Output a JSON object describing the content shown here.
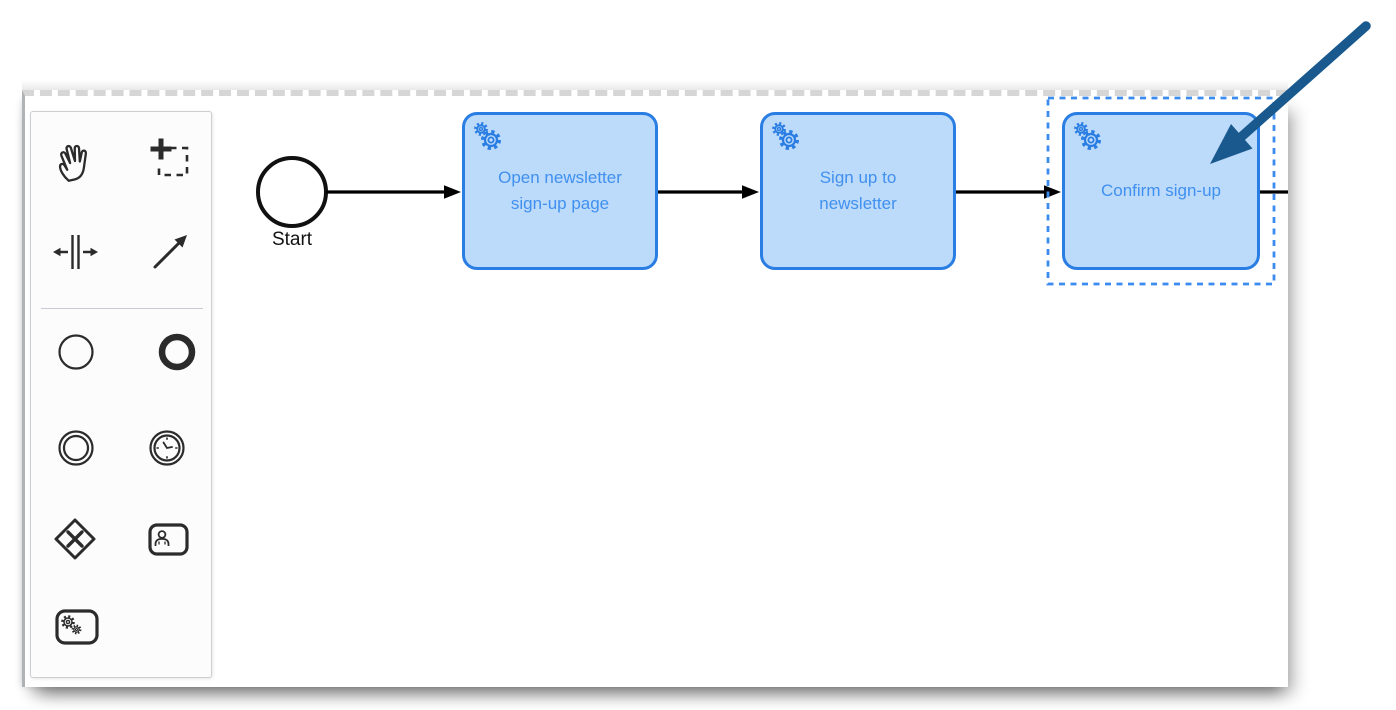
{
  "canvas": {
    "selected_task": "Confirm sign-up"
  },
  "palette": {
    "tools": [
      {
        "id": "hand-tool",
        "icon": "hand-icon"
      },
      {
        "id": "lasso-tool",
        "icon": "lasso-crosshair-icon"
      },
      {
        "id": "space-tool",
        "icon": "space-divider-icon"
      },
      {
        "id": "global-connect-tool",
        "icon": "connection-arrow-icon"
      },
      {
        "id": "create-start-event",
        "icon": "thin-circle-icon"
      },
      {
        "id": "create-end-event",
        "icon": "thick-circle-icon"
      },
      {
        "id": "create-intermediate-event",
        "icon": "double-circle-icon"
      },
      {
        "id": "create-timer-event",
        "icon": "clock-circle-icon"
      },
      {
        "id": "create-gateway",
        "icon": "diamond-x-icon"
      },
      {
        "id": "create-user-task",
        "icon": "person-box-icon"
      },
      {
        "id": "create-service-task",
        "icon": "gears-box-icon"
      }
    ]
  },
  "diagram": {
    "start_event": {
      "label": "Start"
    },
    "tasks": [
      {
        "label": "Open newsletter sign-up page",
        "type": "service-task",
        "selected": false
      },
      {
        "label": "Sign up to newsletter",
        "type": "service-task",
        "selected": false
      },
      {
        "label": "Confirm sign-up",
        "type": "service-task",
        "selected": true
      }
    ],
    "flows": [
      {
        "from": "Start",
        "to": "Open newsletter sign-up page"
      },
      {
        "from": "Open newsletter sign-up page",
        "to": "Sign up to newsletter"
      },
      {
        "from": "Sign up to newsletter",
        "to": "Confirm sign-up"
      },
      {
        "from": "Confirm sign-up",
        "to": "off-canvas-right"
      }
    ]
  },
  "annotation": {
    "pointer_arrow_points_to": "Confirm sign-up"
  },
  "colors": {
    "task_fill": "#bcdaf9",
    "task_stroke": "#2a7de2",
    "task_text": "#4090f0",
    "selection_outline": "#3c8cf0",
    "sequence_flow": "#000000",
    "annotation_arrow": "#19598e",
    "palette_icon": "#2b2b2b"
  }
}
